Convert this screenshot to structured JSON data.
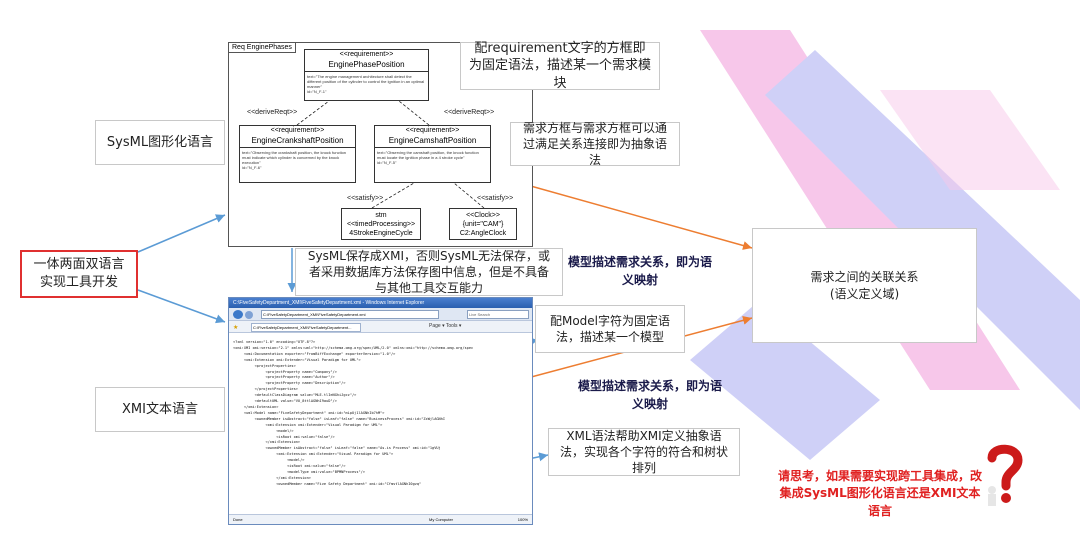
{
  "left_boxes": {
    "sysml_label": "SysML图形化语言",
    "main_label_line1": "一体两面双语言",
    "main_label_line2": "实现工具开发",
    "xmi_label": "XMI文本语言"
  },
  "callouts": {
    "requirement_box": "配requirement文字的方框即为固定语法，描述某一个需求模块",
    "relation": "需求方框与需求方框可以通过满足关系连接即为抽象语法",
    "save_as_xmi": "SysML保存成XMI，否则SysML无法保存，或者采用数据库方法保存图中信息，但是不具备与其他工具交互能力",
    "model_fixed": "配Model字符为固定语法，描述某一个模型",
    "xml_grammar": "XML语法帮助XMI定义抽象语法，实现各个字符的符合和树状排列"
  },
  "notes": {
    "mapping_top": "模型描述需求关系，即为语义映射",
    "mapping_bottom": "模型描述需求关系，即为语义映射"
  },
  "right_box": {
    "line1": "需求之间的关联关系",
    "line2": "(语义定义域)"
  },
  "question": "请思考，如果需要实现跨工具集成，改集成SysML图形化语言还是XMI文本语言",
  "sysml_diagram": {
    "frame_title": "Req EnginePhases",
    "stereotype": "<<requirement>>",
    "top_req": {
      "name": "EnginePhasePosition",
      "text": "text=\"The engine management architecture shall detect the different position of the cylinder to control the ignition in an optimal manner\"\nid=\"N_F-1\""
    },
    "left_req": {
      "name": "EngineCrankshaftPosition",
      "text": "text=\"Observing the crankshaft position, the knock function must indicate which cylinder is concerned by the knock execution\"\nid=\"N_F-6\""
    },
    "right_req": {
      "name": "EngineCamshaftPosition",
      "text": "text=\"Observing the camshaft position, the knock function must locate the ignition phase in a 4 stroke cycle\"\nid=\"N_F-5\""
    },
    "derive_left": "<<deriveReqt>>",
    "derive_right": "<<deriveReqt>>",
    "satisfy_left": "<<satisfy>>",
    "satisfy_right": "<<satisfy>>",
    "block_left": {
      "line1": "stm",
      "line2": "<<timedProcessing>>",
      "line3": "4StrokeEngineCycle"
    },
    "block_right": {
      "line1": "<<Clock>>",
      "line2": "{unit=\"CAM\"}",
      "line3": "C2:AngleClock"
    }
  },
  "ie_window": {
    "title": "C:\\FiveSafetyDepartment_XMI\\FiveSafetyDepartment.xmi - Windows Internet Explorer",
    "address": "C:\\FiveSafetyDepartment_XMI\\FiveSafetyDepartment.xmi",
    "search": "Live Search",
    "tab": "C:\\FiveSafetyDepartment_XMI\\FiveSafetyDepartment...",
    "tools": "Page ▾  Tools ▾",
    "status_left": "Done",
    "status_mid": "My Computer",
    "status_right": "100%",
    "xml": "<?xml version=\"1.0\" encoding=\"UTF-8\"?>\n<xmi:XMI xmi:version=\"2.1\" xmlns:uml=\"http://schema.omg.org/spec/UML/2.0\" xmlns:xmi=\"http://schema.omg.org/spec\n     <xmi:Documentation exporter=\"FromBiffExchange\" exporterVersion=\"1.0\"/>\n     <xmi:Extension xmi:Extender=\"Visual Paradigm for UML\">\n          <projectProperties>\n               <projectProperty name=\"Company\"/>\n               <projectProperty name=\"Author\"/>\n               <projectProperty name=\"Description\"/>\n          </projectProperties>\n          <defaultClassDiagram value=\"MLE.tlIeNGhiJgcz\"/>\n          <defaultUML value=\"VU_8ttlAGNhI9auD\"/>\n     </xmi:Extension>\n     <uml:Model name=\"FiveSafetyDepartment\" xmi:id=\"mLpUj1lAGNhIb7hM\">\n          <ownedMember isAbstract=\"false\" isLeaf=\"false\" name=\"BusinessProcess\" xmi:id=\"ZxWjlAGNhI\n               <xmi:Extension xmi:Extender=\"Visual Paradigm for UML\">\n                    <model/>\n                    <isRoot xmi:value=\"false\"/>\n               </xmi:Extension>\n               <ownedMember isAbstract=\"false\" isLeaf=\"false\" name=\"As-is Process\" xmi:id=\"1gVUj\n                    <xmi:Extension xmi:Extender=\"Visual Paradigm for UML\">\n                         <model/>\n                         <isRoot xmi:value=\"false\"/>\n                         <modelType xmi:value=\"BPMNProcess\"/>\n                    </xmi:Extension>\n                    <ownedMember name=\"Five Safety Department\" xmi:id=\"CfmstlAGNhI0gzq\""
  }
}
